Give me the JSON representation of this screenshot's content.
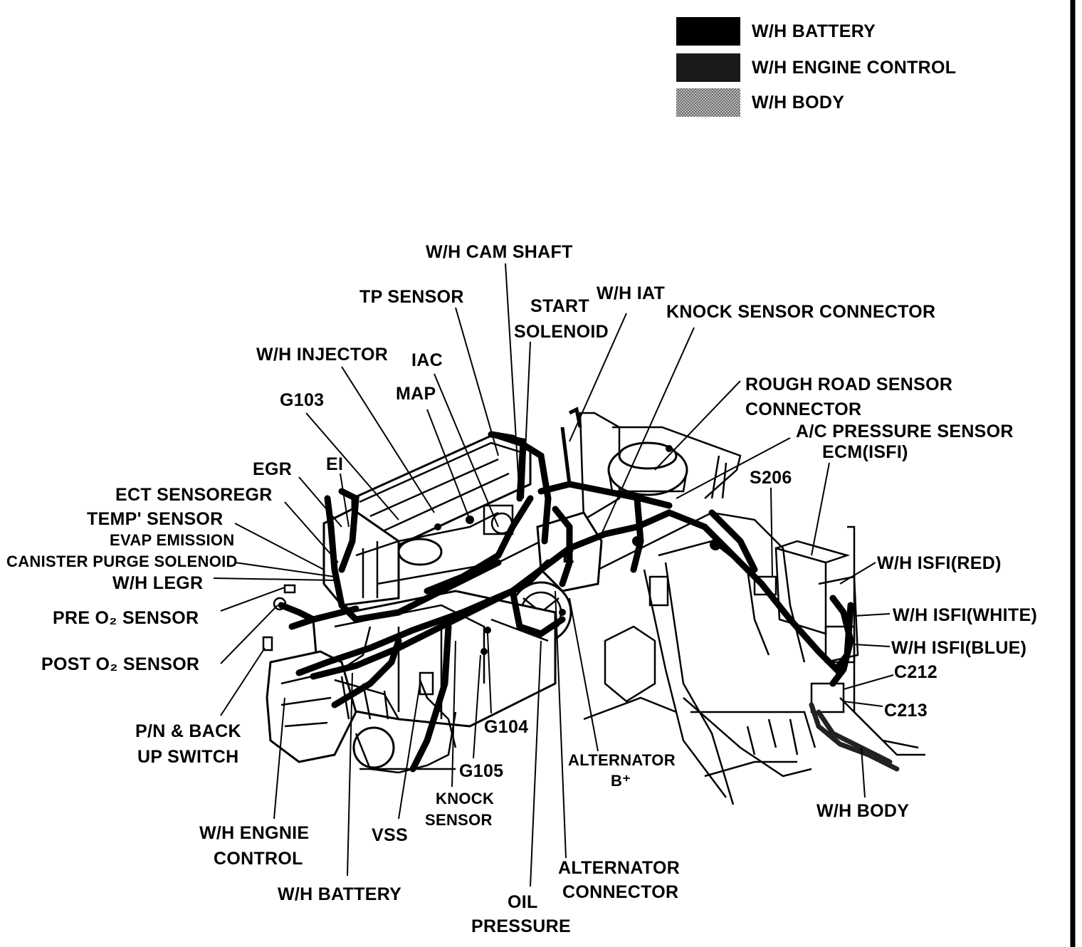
{
  "legend": [
    {
      "label": "W/H BATTERY",
      "color": "#000000"
    },
    {
      "label": "W/H ENGINE CONTROL",
      "color": "#1a1a1a"
    },
    {
      "label": "W/H BODY",
      "color": "#8c8c8c"
    }
  ],
  "callouts": {
    "cam_shaft": "W/H CAM SHAFT",
    "tp_sensor": "TP SENSOR",
    "start": "START",
    "solenoid": "SOLENOID",
    "iat": "W/H IAT",
    "knock_conn": "KNOCK SENSOR CONNECTOR",
    "injector": "W/H INJECTOR",
    "iac": "IAC",
    "map": "MAP",
    "g103": "G103",
    "rough1": "ROUGH ROAD SENSOR",
    "rough2": "CONNECTOR",
    "ac_press": "A/C PRESSURE SENSOR",
    "ecm": "ECM(ISFI)",
    "egr": "EGR",
    "ei": "EI",
    "s206": "S206",
    "ect": "ECT SENSOREGR",
    "temp": "TEMP' SENSOR",
    "evap": "EVAP EMISSION",
    "canister": "CANISTER PURGE SOLENOID",
    "legr": "W/H LEGR",
    "isfi_red": "W/H ISFI(RED)",
    "pre_o2": "PRE O₂ SENSOR",
    "isfi_white": "W/H ISFI(WHITE)",
    "post_o2": "POST O₂ SENSOR",
    "isfi_blue": "W/H ISFI(BLUE)",
    "c212": "C212",
    "c213": "C213",
    "pn1": "P/N & BACK",
    "pn2": "UP SWITCH",
    "g104": "G104",
    "alt_b1": "ALTERNATOR",
    "alt_b2": "B⁺",
    "g105": "G105",
    "knock1": "KNOCK",
    "knock2": "SENSOR",
    "body": "W/H BODY",
    "eng1": "W/H ENGNIE",
    "eng2": "CONTROL",
    "vss": "VSS",
    "alt_c1": "ALTERNATOR",
    "alt_c2": "CONNECTOR",
    "battery": "W/H BATTERY",
    "oil1": "OIL",
    "oil2": "PRESSURE"
  }
}
